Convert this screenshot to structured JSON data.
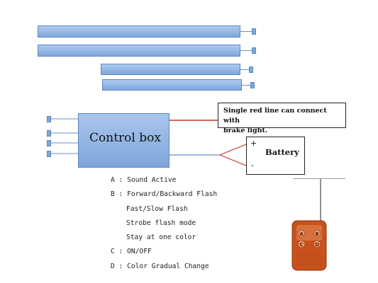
{
  "callout": {
    "line1": "Single red line can connect with",
    "line2": "brake light."
  },
  "control_box": {
    "label": "Control box"
  },
  "battery": {
    "label": "Battery",
    "plus": "+",
    "minus": "-"
  },
  "legend": [
    {
      "key": "A",
      "sep": " : ",
      "text": "Sound Active"
    },
    {
      "key": "B",
      "sep": " : ",
      "text": "Forward/Backward Flash"
    },
    {
      "key": "",
      "sep": "",
      "text": "Fast/Slow Flash"
    },
    {
      "key": "",
      "sep": "",
      "text": "Strobe flash mode"
    },
    {
      "key": "",
      "sep": "",
      "text": "Stay at one color"
    },
    {
      "key": "C",
      "sep": " : ",
      "text": "ON/OFF"
    },
    {
      "key": "D",
      "sep": " : ",
      "text": "Color Gradual Change"
    }
  ],
  "remote_buttons": [
    "A",
    "B",
    "C",
    "D"
  ],
  "colors": {
    "strip": "#8fb4e3",
    "red_wire": "#c0392b",
    "remote_body": "#c8511c"
  },
  "icons": [
    "led-strip",
    "connector-plug",
    "remote-control",
    "antenna"
  ]
}
